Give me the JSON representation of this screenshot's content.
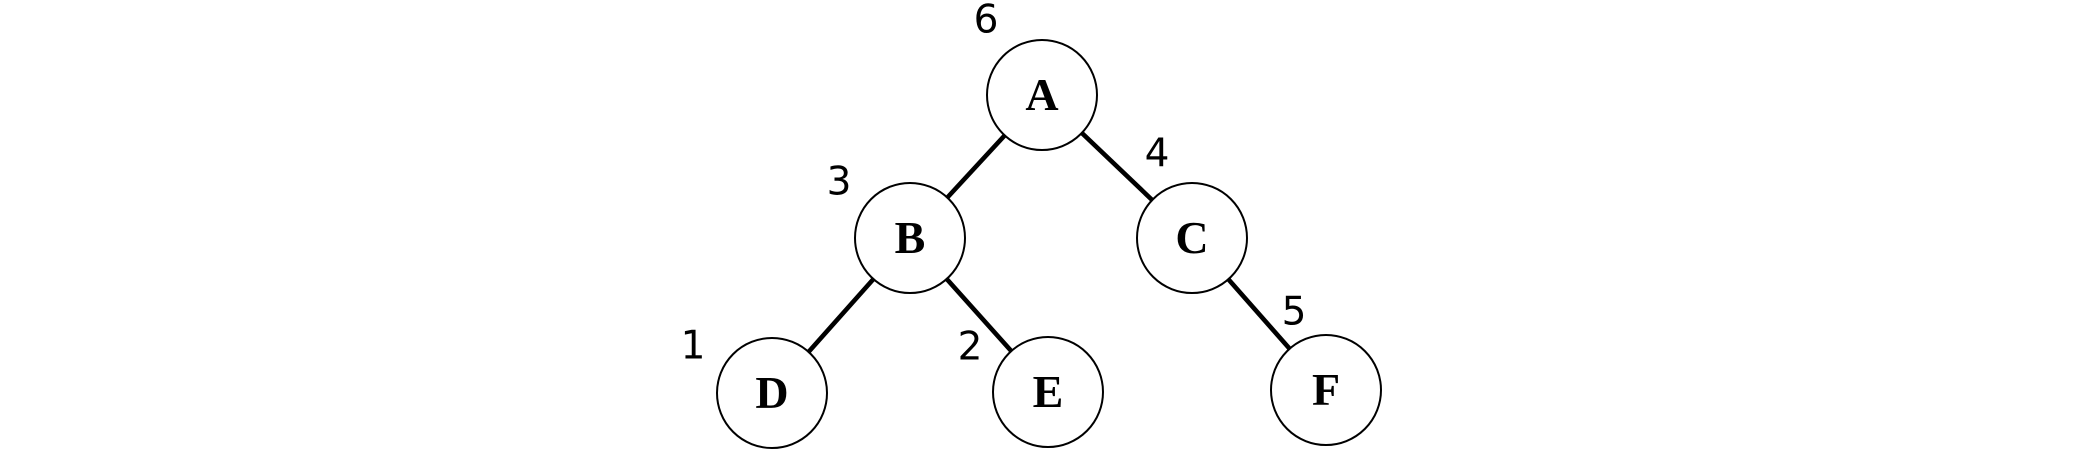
{
  "diagram": {
    "type": "binary-tree",
    "background_color": "#ffffff",
    "ink_color": "#000000",
    "nodes": [
      {
        "id": "A",
        "label": "A",
        "order": "6"
      },
      {
        "id": "B",
        "label": "B",
        "order": "3"
      },
      {
        "id": "C",
        "label": "C",
        "order": "4"
      },
      {
        "id": "D",
        "label": "D",
        "order": "1"
      },
      {
        "id": "E",
        "label": "E",
        "order": "2"
      },
      {
        "id": "F",
        "label": "F",
        "order": "5"
      }
    ],
    "edges": [
      {
        "from": "A",
        "to": "B"
      },
      {
        "from": "A",
        "to": "C"
      },
      {
        "from": "B",
        "to": "D"
      },
      {
        "from": "B",
        "to": "E"
      },
      {
        "from": "C",
        "to": "F"
      }
    ]
  }
}
